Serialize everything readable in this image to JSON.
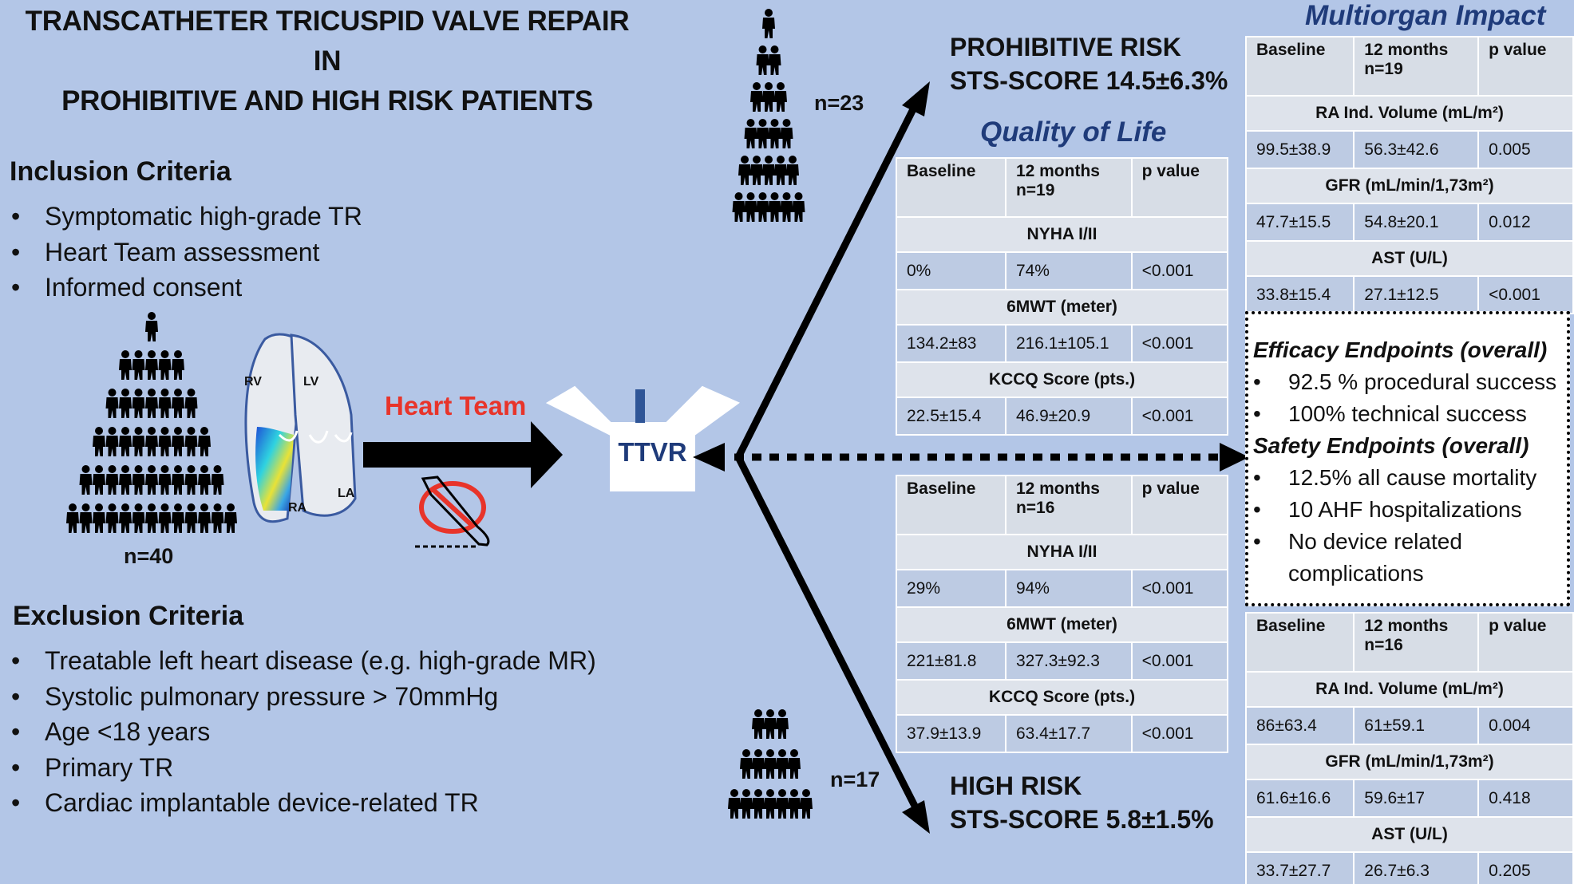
{
  "title": {
    "line1": "TRANSCATHETER TRICUSPID VALVE REPAIR IN",
    "line2": "PROHIBITIVE AND HIGH RISK PATIENTS"
  },
  "inclusion": {
    "title": "Inclusion Criteria",
    "items": [
      "Symptomatic high-grade TR",
      "Heart Team assessment",
      "Informed consent"
    ]
  },
  "exclusion": {
    "title": "Exclusion Criteria",
    "items": [
      "Treatable left heart disease (e.g. high-grade MR)",
      "Systolic pulmonary pressure > 70mmHg",
      "Age <18 years",
      "Primary TR",
      "Cardiac implantable device-related TR"
    ]
  },
  "cohort": {
    "total": "n=40",
    "prohibitive_n": "n=23",
    "high_n": "n=17"
  },
  "heart_labels": {
    "rv": "RV",
    "lv": "LV",
    "la": "LA",
    "ra": "RA"
  },
  "heart_team": "Heart Team",
  "device": "TTVR",
  "prohibitive": {
    "title": "PROHIBITIVE RISK",
    "score": "STS-SCORE 14.5±6.3%"
  },
  "high": {
    "title": "HIGH RISK",
    "score": "STS-SCORE 5.8±1.5%"
  },
  "qol_title": "Quality of Life",
  "multiorgan_title": "Multiorgan Impact",
  "qol_prohibitive": {
    "header": [
      "Baseline",
      "12 months\nn=19",
      "p value"
    ],
    "sections": [
      {
        "label": "NYHA I/II",
        "values": [
          "0%",
          "74%",
          "<0.001"
        ]
      },
      {
        "label": "6MWT (meter)",
        "values": [
          "134.2±83",
          "216.1±105.1",
          "<0.001"
        ]
      },
      {
        "label": "KCCQ Score (pts.)",
        "values": [
          "22.5±15.4",
          "46.9±20.9",
          "<0.001"
        ]
      }
    ]
  },
  "qol_high": {
    "header": [
      "Baseline",
      "12 months\nn=16",
      "p value"
    ],
    "sections": [
      {
        "label": "NYHA I/II",
        "values": [
          "29%",
          "94%",
          "<0.001"
        ]
      },
      {
        "label": "6MWT (meter)",
        "values": [
          "221±81.8",
          "327.3±92.3",
          "<0.001"
        ]
      },
      {
        "label": "KCCQ Score (pts.)",
        "values": [
          "37.9±13.9",
          "63.4±17.7",
          "<0.001"
        ]
      }
    ]
  },
  "organ_prohibitive": {
    "header": [
      "Baseline",
      "12 months\nn=19",
      "p value"
    ],
    "sections": [
      {
        "label": "RA Ind. Volume (mL/m²)",
        "values": [
          "99.5±38.9",
          "56.3±42.6",
          "0.005"
        ]
      },
      {
        "label": "GFR (mL/min/1,73m²)",
        "values": [
          "47.7±15.5",
          "54.8±20.1",
          "0.012"
        ]
      },
      {
        "label": "AST (U/L)",
        "values": [
          "33.8±15.4",
          "27.1±12.5",
          "<0.001"
        ]
      }
    ]
  },
  "organ_high": {
    "header": [
      "Baseline",
      "12 months\nn=16",
      "p value"
    ],
    "sections": [
      {
        "label": "RA Ind. Volume (mL/m²)",
        "values": [
          "86±63.4",
          "61±59.1",
          "0.004"
        ]
      },
      {
        "label": "GFR (mL/min/1,73m²)",
        "values": [
          "61.6±16.6",
          "59.6±17",
          "0.418"
        ]
      },
      {
        "label": "AST (U/L)",
        "values": [
          "33.7±27.7",
          "26.7±6.3",
          "0.205"
        ]
      }
    ]
  },
  "endpoints": {
    "efficacy_title": "Efficacy Endpoints (overall)",
    "efficacy": [
      "92.5 % procedural success",
      "100% technical success"
    ],
    "safety_title": "Safety Endpoints (overall)",
    "safety": [
      "12.5% all cause mortality",
      "10 AHF hospitalizations",
      "No device related complications"
    ]
  },
  "colors": {
    "background": "#b3c6e7",
    "heart_team": "#e8342a",
    "section_title": "#1f3b7a",
    "table_value": "#bdcbe3",
    "device_stem": "#2f5597"
  },
  "icons": [
    "person-icon",
    "heart-echo-icon",
    "no-surgery-scalpel-icon",
    "ttvr-device-icon"
  ]
}
